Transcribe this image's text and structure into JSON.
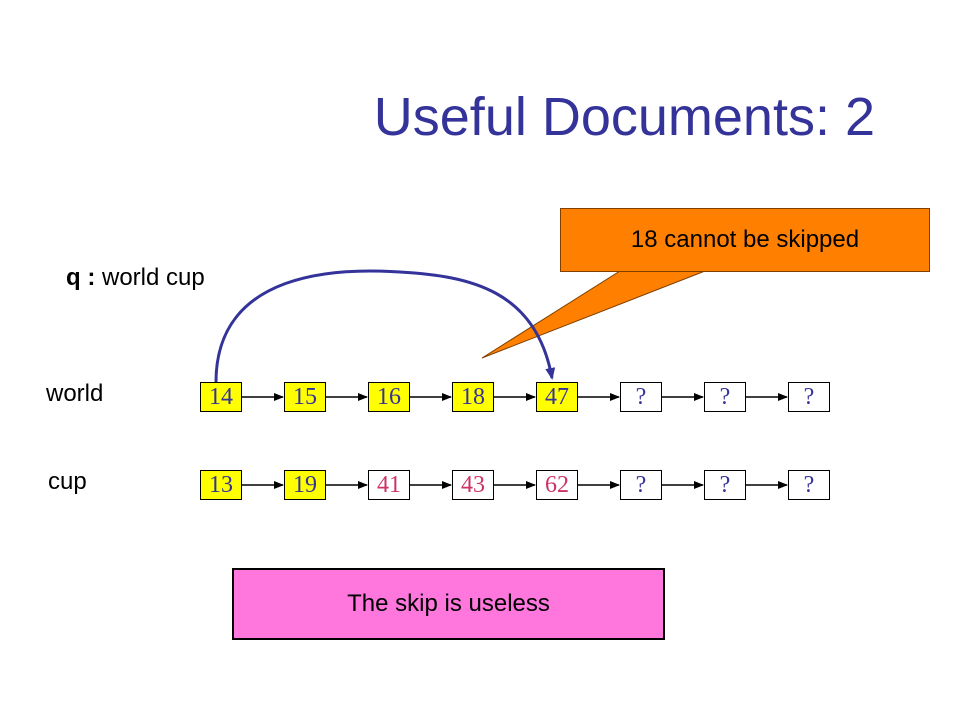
{
  "title": "Useful Documents: 2",
  "query": {
    "prefix": "q :",
    "terms": "world cup"
  },
  "lists": [
    {
      "label": "world",
      "nodes": [
        {
          "text": "14",
          "style": "hl"
        },
        {
          "text": "15",
          "style": "hl"
        },
        {
          "text": "16",
          "style": "hl"
        },
        {
          "text": "18",
          "style": "hl"
        },
        {
          "text": "47",
          "style": "hl"
        },
        {
          "text": "?",
          "style": "plain"
        },
        {
          "text": "?",
          "style": "plain"
        },
        {
          "text": "?",
          "style": "plain"
        }
      ]
    },
    {
      "label": "cup",
      "nodes": [
        {
          "text": "13",
          "style": "hl"
        },
        {
          "text": "19",
          "style": "hl"
        },
        {
          "text": "41",
          "style": "pink"
        },
        {
          "text": "43",
          "style": "pink"
        },
        {
          "text": "62",
          "style": "pink"
        },
        {
          "text": "?",
          "style": "plain"
        },
        {
          "text": "?",
          "style": "plain"
        },
        {
          "text": "?",
          "style": "plain"
        }
      ]
    }
  ],
  "callout": {
    "text": "18 cannot be skipped"
  },
  "note": {
    "text": "The skip is useless"
  },
  "colors": {
    "title": "#333399",
    "highlight": "#ffff00",
    "callout": "#ff8000",
    "note": "#ff77dd",
    "skip_arc": "#333399"
  }
}
